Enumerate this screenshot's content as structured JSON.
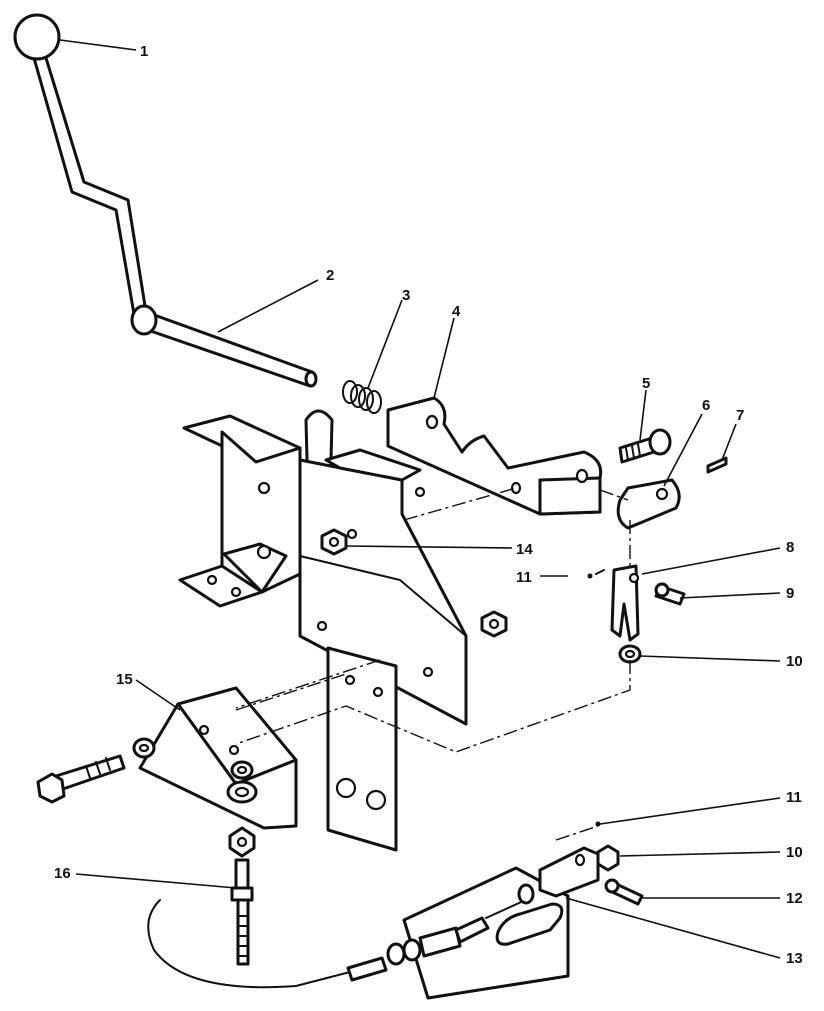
{
  "callouts": [
    {
      "num": "1"
    },
    {
      "num": "2"
    },
    {
      "num": "3"
    },
    {
      "num": "4"
    },
    {
      "num": "5"
    },
    {
      "num": "6"
    },
    {
      "num": "7"
    },
    {
      "num": "8"
    },
    {
      "num": "11"
    },
    {
      "num": "9"
    },
    {
      "num": "10"
    },
    {
      "num": "14"
    },
    {
      "num": "15"
    },
    {
      "num": "16"
    },
    {
      "num": "11"
    },
    {
      "num": "10"
    },
    {
      "num": "12"
    },
    {
      "num": "13"
    }
  ]
}
